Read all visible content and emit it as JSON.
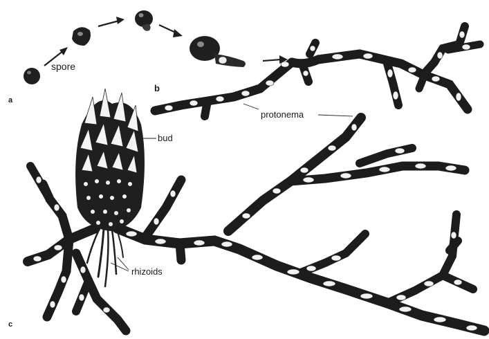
{
  "figure": {
    "panels": {
      "a": "a",
      "b": "b",
      "c": "c"
    },
    "labels": {
      "spore": "spore",
      "protonema": "protonema",
      "bud": "bud",
      "rhizoids": "rhizoids"
    },
    "colors": {
      "ink": "#1c1c1c",
      "cell_highlight": "#efefef",
      "background": "#ffffff"
    }
  }
}
